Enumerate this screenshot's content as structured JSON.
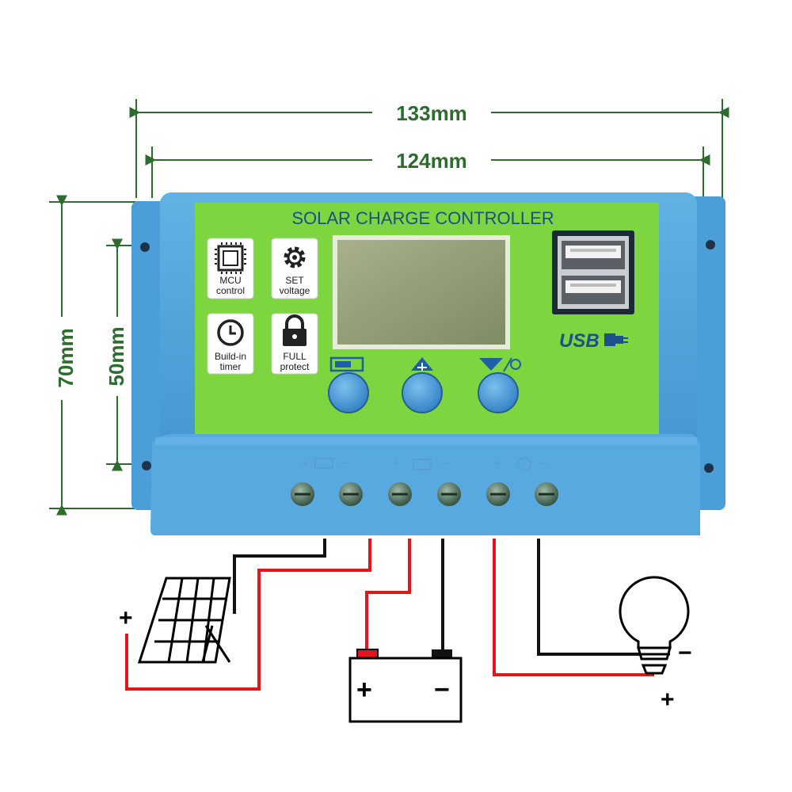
{
  "dimensions": {
    "overall_width": "133mm",
    "body_width": "124mm",
    "overall_height": "70mm",
    "mount_height": "50mm"
  },
  "panel": {
    "title": "SOLAR CHARGE CONTROLLER",
    "features": [
      {
        "icon": "chip-icon",
        "line1": "MCU",
        "line2": "control"
      },
      {
        "icon": "gear-icon",
        "line1": "SET",
        "line2": "voltage"
      },
      {
        "icon": "clock-icon",
        "line1": "Build-in",
        "line2": "timer"
      },
      {
        "icon": "padlock-icon",
        "line1": "FULL",
        "line2": "protect"
      }
    ],
    "usb_label": "USB"
  },
  "buttons": [
    {
      "name": "menu-button",
      "icon": "menu-icon"
    },
    {
      "name": "up-button",
      "icon": "up-triangle-icon"
    },
    {
      "name": "down-button",
      "icon": "down-triangle-icon"
    }
  ],
  "terminals": {
    "labels": [
      "+",
      "−",
      "+",
      "−",
      "+",
      "−"
    ]
  },
  "wiring": {
    "panel_plus": "+",
    "battery_plus": "+",
    "battery_minus": "−",
    "load_minus": "−",
    "load_plus": "+"
  },
  "colors": {
    "housing": "#4fa3dc",
    "panel": "#7dd63f",
    "lcd": "#8a9a6a",
    "dimension": "#2e6b2e",
    "positive_wire": "#e0161c",
    "negative_wire": "#111111"
  }
}
